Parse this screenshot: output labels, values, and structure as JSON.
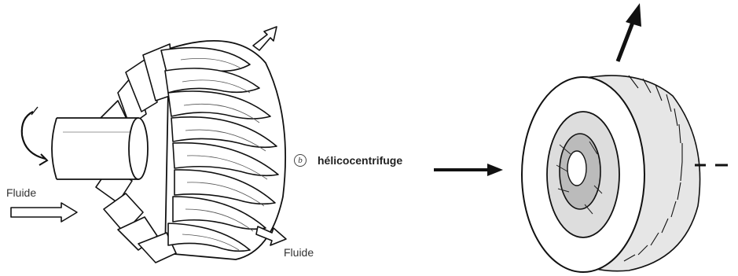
{
  "labels": {
    "fluid_in": "Fluide",
    "fluid_out": "Fluide",
    "caption_marker": "b",
    "caption_text": "hélicocentrifuge"
  },
  "colors": {
    "ink": "#111111",
    "paper": "#ffffff",
    "shade": "#cfcfcf"
  },
  "icons": {
    "rotation": "curved-rotation-arrow-icon",
    "flow_in": "hollow-flow-arrow-icon",
    "flow_out": "upward-flow-arrow-icon"
  }
}
